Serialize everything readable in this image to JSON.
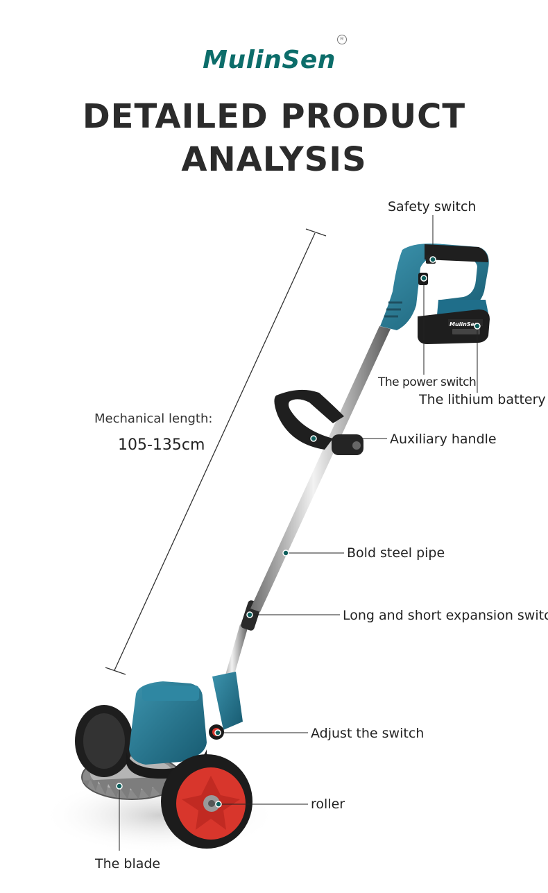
{
  "brand": {
    "logo_text": "MulinSen",
    "registered": "R"
  },
  "headline": {
    "line1": "DETAILED PRODUCT",
    "line2": "ANALYSIS"
  },
  "battery_label": "MulinSen",
  "length": {
    "label": "Mechanical length:",
    "value": "105-135cm"
  },
  "callouts": {
    "safety_switch": "Safety switch",
    "power_switch": "The power switch",
    "lithium_battery": "The lithium battery",
    "auxiliary_handle": "Auxiliary handle",
    "bold_steel_pipe": "Bold steel pipe",
    "expansion_switch": "Long and short expansion switch",
    "adjust_switch": "Adjust the switch",
    "roller": "roller",
    "blade": "The blade"
  },
  "colors": {
    "brand_teal": "#0c6d6a",
    "body_blue": "#1e6f8a",
    "wheel_red": "#d8362c",
    "dot": "#0e5f5c"
  }
}
